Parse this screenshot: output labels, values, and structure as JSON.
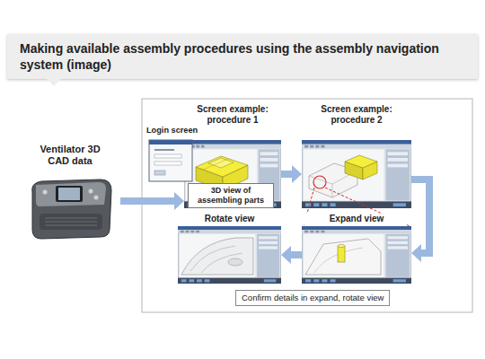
{
  "diagram": {
    "title": "Making available assembly procedures using the assembly navigation system (image)",
    "nodes": [
      {
        "text": [
          "Ventilator 3D CAD data"
        ]
      },
      {
        "text": [
          "Login screen"
        ]
      },
      {
        "text": [
          "Screen example: procedure 1"
        ]
      },
      {
        "text": [
          "3D view of assembling parts"
        ],
        "in": 2
      },
      {
        "text": [
          "Screen example: procedure 2"
        ]
      },
      {
        "text": [
          "Rotate view"
        ]
      },
      {
        "text": [
          "Expand view"
        ]
      },
      {
        "text": [
          "Confirm details in expand, rotate view"
        ]
      }
    ],
    "edges": [
      {
        "from": 0,
        "to": 2,
        "arrow": "to"
      },
      {
        "from": 2,
        "to": 4,
        "arrow": "to"
      },
      {
        "from": 4,
        "to": 6,
        "arrow": "to"
      },
      {
        "from": 6,
        "to": 5,
        "arrow": "to"
      }
    ]
  }
}
